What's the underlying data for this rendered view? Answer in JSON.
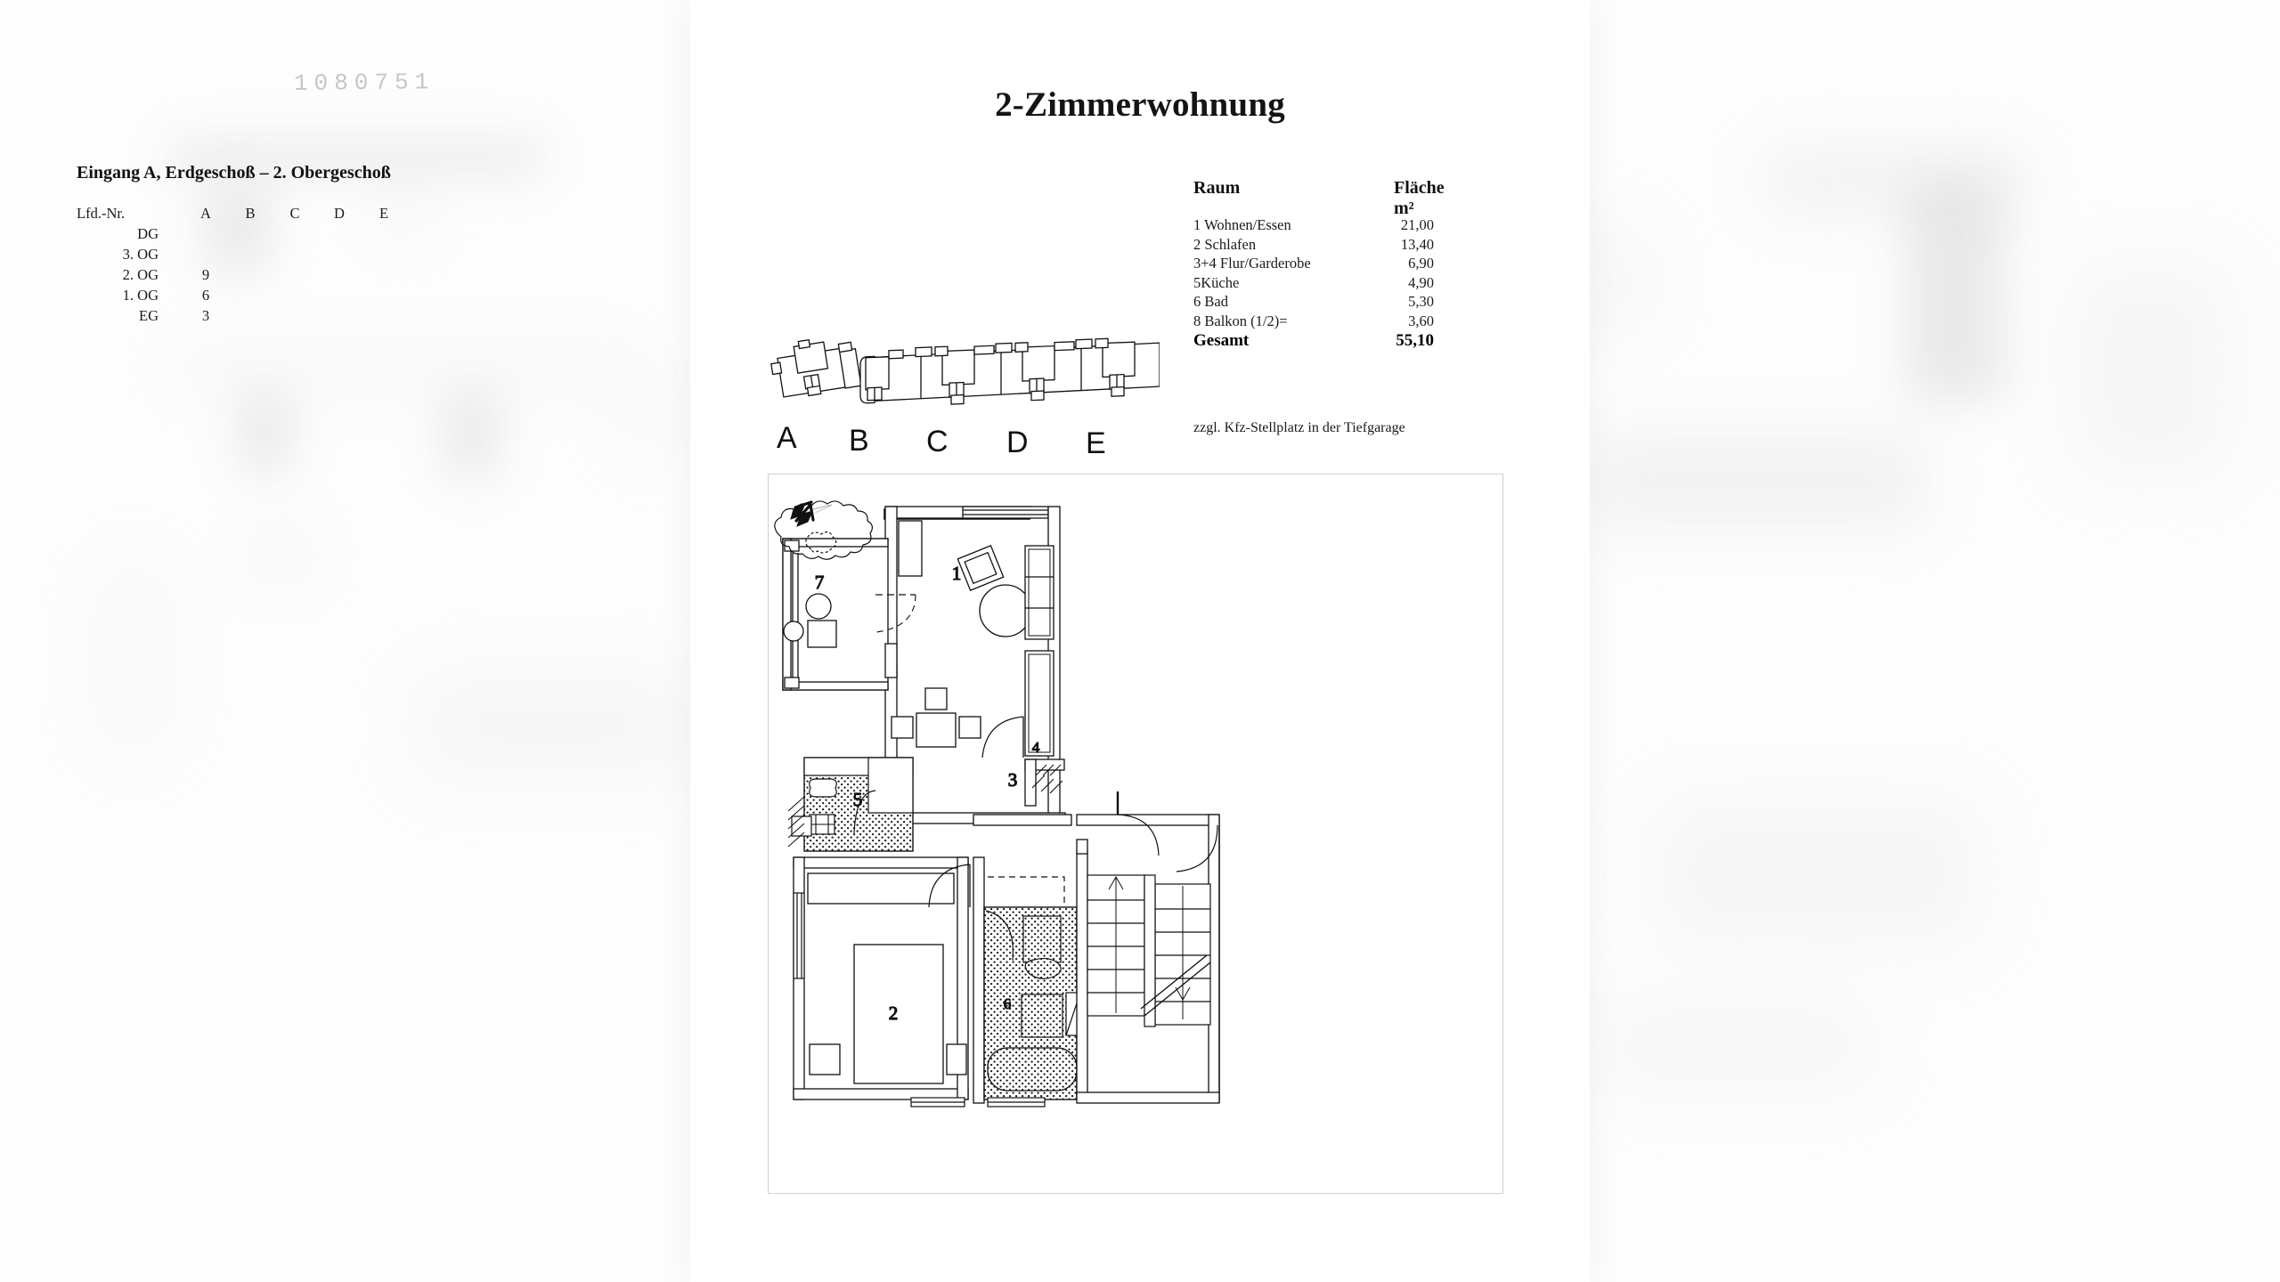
{
  "document": {
    "title": "2-Zimmerwohnung",
    "stamp_number": "1080751",
    "subtitle": "Eingang A, Erdgeschoß – 2. Obergeschoß",
    "garage_note": "zzgl. Kfz-Stellplatz in der Tiefgarage"
  },
  "unit_table": {
    "header_label": "Lfd.-Nr.",
    "columns": [
      "A",
      "B",
      "C",
      "D",
      "E"
    ],
    "rows": [
      {
        "floor": "DG",
        "A": "",
        "B": "",
        "C": "",
        "D": "",
        "E": ""
      },
      {
        "floor": "3. OG",
        "A": "",
        "B": "",
        "C": "",
        "D": "",
        "E": ""
      },
      {
        "floor": "2. OG",
        "A": "9",
        "B": "",
        "C": "",
        "D": "",
        "E": ""
      },
      {
        "floor": "1. OG",
        "A": "6",
        "B": "",
        "C": "",
        "D": "",
        "E": ""
      },
      {
        "floor": "EG",
        "A": "3",
        "B": "",
        "C": "",
        "D": "",
        "E": ""
      }
    ]
  },
  "area_table": {
    "header_room": "Raum",
    "header_area": "Fläche m²",
    "rows": [
      {
        "room": "1 Wohnen/Essen",
        "area": "21,00"
      },
      {
        "room": "2 Schlafen",
        "area": "13,40"
      },
      {
        "room": "3+4 Flur/Garderobe",
        "area": "6,90"
      },
      {
        "room": "5Küche",
        "area": "4,90"
      },
      {
        "room": "6 Bad",
        "area": "5,30"
      },
      {
        "room": "8 Balkon (1/2)=",
        "area": "3,60"
      }
    ],
    "total_label": "Gesamt",
    "total_value": "55,10"
  },
  "site_plan": {
    "entrance_labels": [
      "A",
      "B",
      "C",
      "D",
      "E"
    ],
    "icon": "building-block-diagram"
  },
  "floor_plan": {
    "north_arrow_icon": "north-arrow-icon",
    "room_numbers": [
      {
        "id": "1",
        "label": "1",
        "name": "wohnen-essen"
      },
      {
        "id": "2",
        "label": "2",
        "name": "schlafen"
      },
      {
        "id": "3",
        "label": "3",
        "name": "flur"
      },
      {
        "id": "4",
        "label": "4",
        "name": "garderobe"
      },
      {
        "id": "5",
        "label": "5",
        "name": "kueche"
      },
      {
        "id": "6",
        "label": "6",
        "name": "bad"
      },
      {
        "id": "7",
        "label": "7",
        "name": "balkon"
      }
    ]
  },
  "colors": {
    "ink": "#111111",
    "paper": "#ffffff",
    "frame": "#cfcfcf",
    "stamp": "#c6c6c6"
  }
}
